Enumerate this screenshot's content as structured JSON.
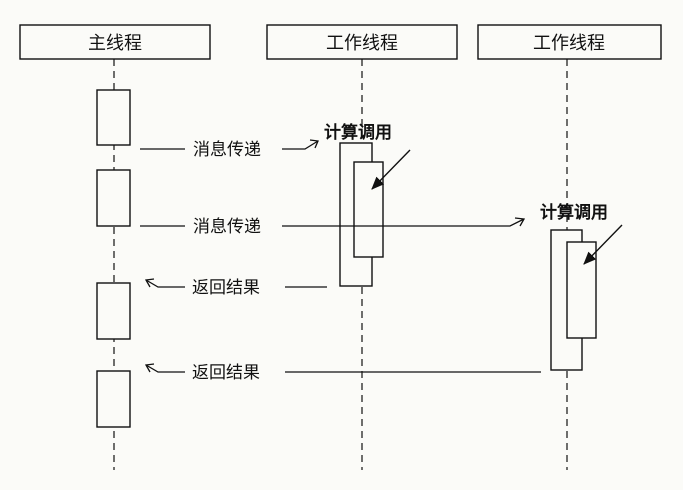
{
  "lifelines": [
    {
      "id": "main",
      "title": "主线程"
    },
    {
      "id": "worker1",
      "title": "工作线程"
    },
    {
      "id": "worker2",
      "title": "工作线程"
    }
  ],
  "messages": [
    {
      "label": "消息传递",
      "from": "main",
      "to": "worker1"
    },
    {
      "label": "消息传递",
      "from": "main",
      "to": "worker2"
    },
    {
      "label": "返回结果",
      "from": "worker1",
      "to": "main"
    },
    {
      "label": "返回结果",
      "from": "worker2",
      "to": "main"
    }
  ],
  "annotations": [
    {
      "label": "计算调用",
      "on": "worker1"
    },
    {
      "label": "计算调用",
      "on": "worker2"
    }
  ]
}
